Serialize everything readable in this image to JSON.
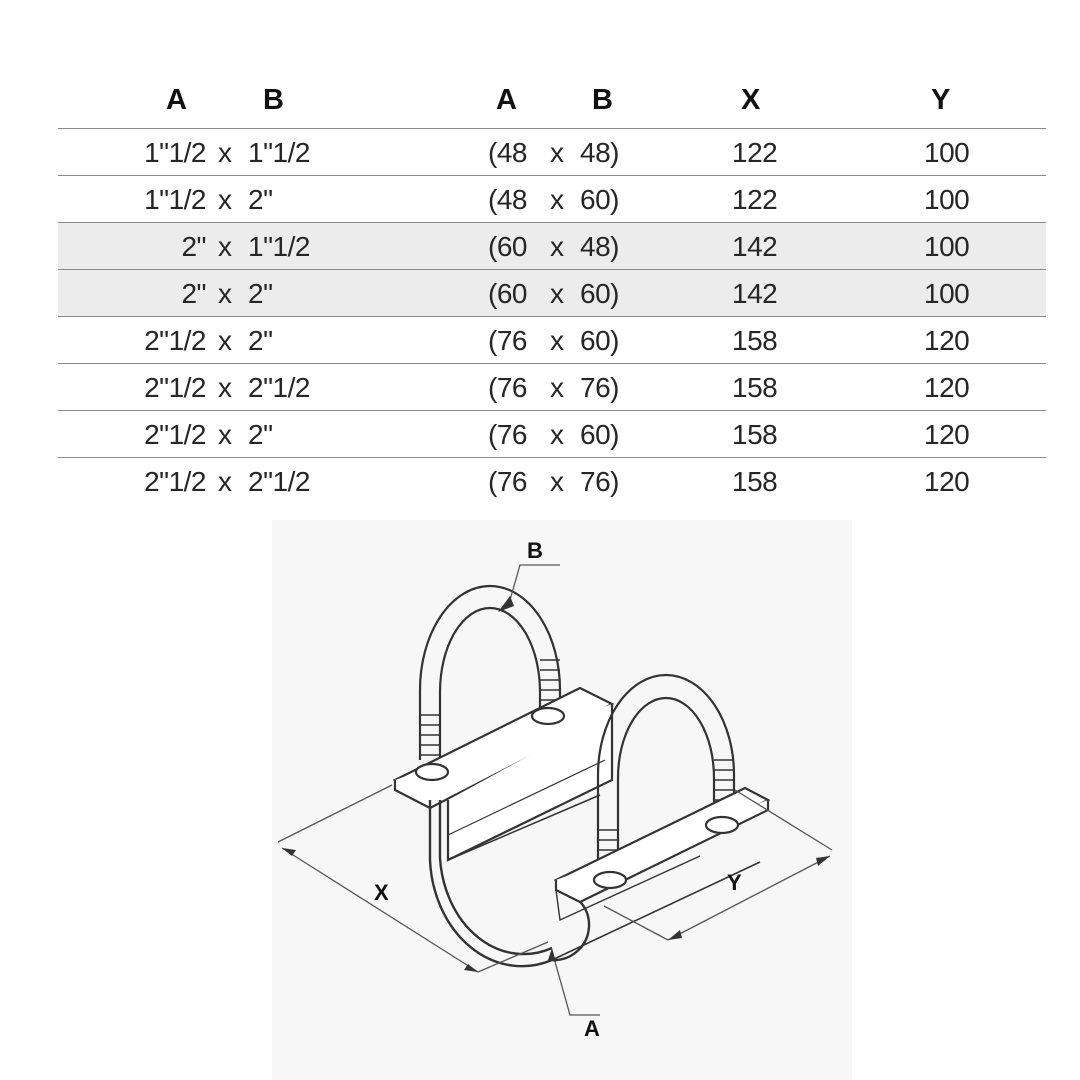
{
  "table": {
    "headers": {
      "a_in": "A",
      "b_in": "B",
      "a_mm": "A",
      "b_mm": "B",
      "x": "X",
      "y": "Y"
    },
    "separator": "x",
    "rows": [
      {
        "a_in": "1\"1/2",
        "b_in": "1\"1/2",
        "a_mm": "(48",
        "b_mm": "48)",
        "x": "122",
        "y": "100"
      },
      {
        "a_in": "1\"1/2",
        "b_in": "2\"",
        "a_mm": "(48",
        "b_mm": "60)",
        "x": "122",
        "y": "100"
      },
      {
        "a_in": "2\"",
        "b_in": "1\"1/2",
        "a_mm": "(60",
        "b_mm": "48)",
        "x": "142",
        "y": "100"
      },
      {
        "a_in": "2\"",
        "b_in": "2\"",
        "a_mm": "(60",
        "b_mm": "60)",
        "x": "142",
        "y": "100"
      },
      {
        "a_in": "2\"1/2",
        "b_in": "2\"",
        "a_mm": "(76",
        "b_mm": "60)",
        "x": "158",
        "y": "120"
      },
      {
        "a_in": "2\"1/2",
        "b_in": "2\"1/2",
        "a_mm": "(76",
        "b_mm": "76)",
        "x": "158",
        "y": "120"
      },
      {
        "a_in": "2\"1/2",
        "b_in": "2\"",
        "a_mm": "(76",
        "b_mm": "60)",
        "x": "158",
        "y": "120"
      },
      {
        "a_in": "2\"1/2",
        "b_in": "2\"1/2",
        "a_mm": "(76",
        "b_mm": "76)",
        "x": "158",
        "y": "120"
      }
    ]
  },
  "drawing": {
    "labels": {
      "b": "B",
      "x": "X",
      "y": "Y",
      "a": "A"
    }
  },
  "colors": {
    "rule": "#8a8a8a",
    "shade": "#ececec",
    "ink": "#222222"
  }
}
